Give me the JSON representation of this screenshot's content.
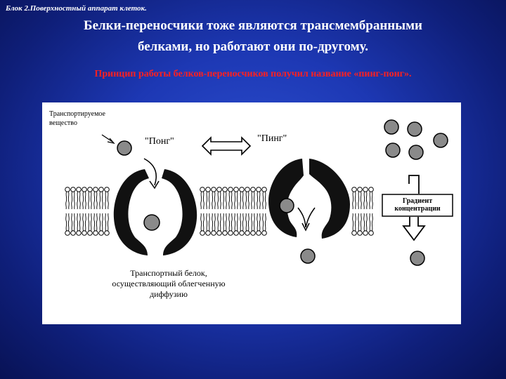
{
  "header": {
    "block_label": "Блок 2.Поверхностный аппарат клеток.",
    "title_line1": "Белки-переносчики тоже являются трансмембранными",
    "title_line2": "белками, но работают они по-другому.",
    "subtitle": "Принцип работы белков-переносчиков получил название «пинг-понг»."
  },
  "figure": {
    "substance_label_line1": "Транспортируемое",
    "substance_label_line2": "вещество",
    "pong_label": "\"Понг\"",
    "ping_label": "\"Пинг\"",
    "gradient_label_line1": "Градиент",
    "gradient_label_line2": "концентрации",
    "protein_label_line1": "Транспортный белок,",
    "protein_label_line2": "осуществляющий облегченную",
    "protein_label_line3": "диффузию"
  },
  "colors": {
    "background": "#1d38b4",
    "title": "#ffffff",
    "subtitle": "#ff2020",
    "molecule": "#8a8a8a",
    "protein": "#111111"
  }
}
